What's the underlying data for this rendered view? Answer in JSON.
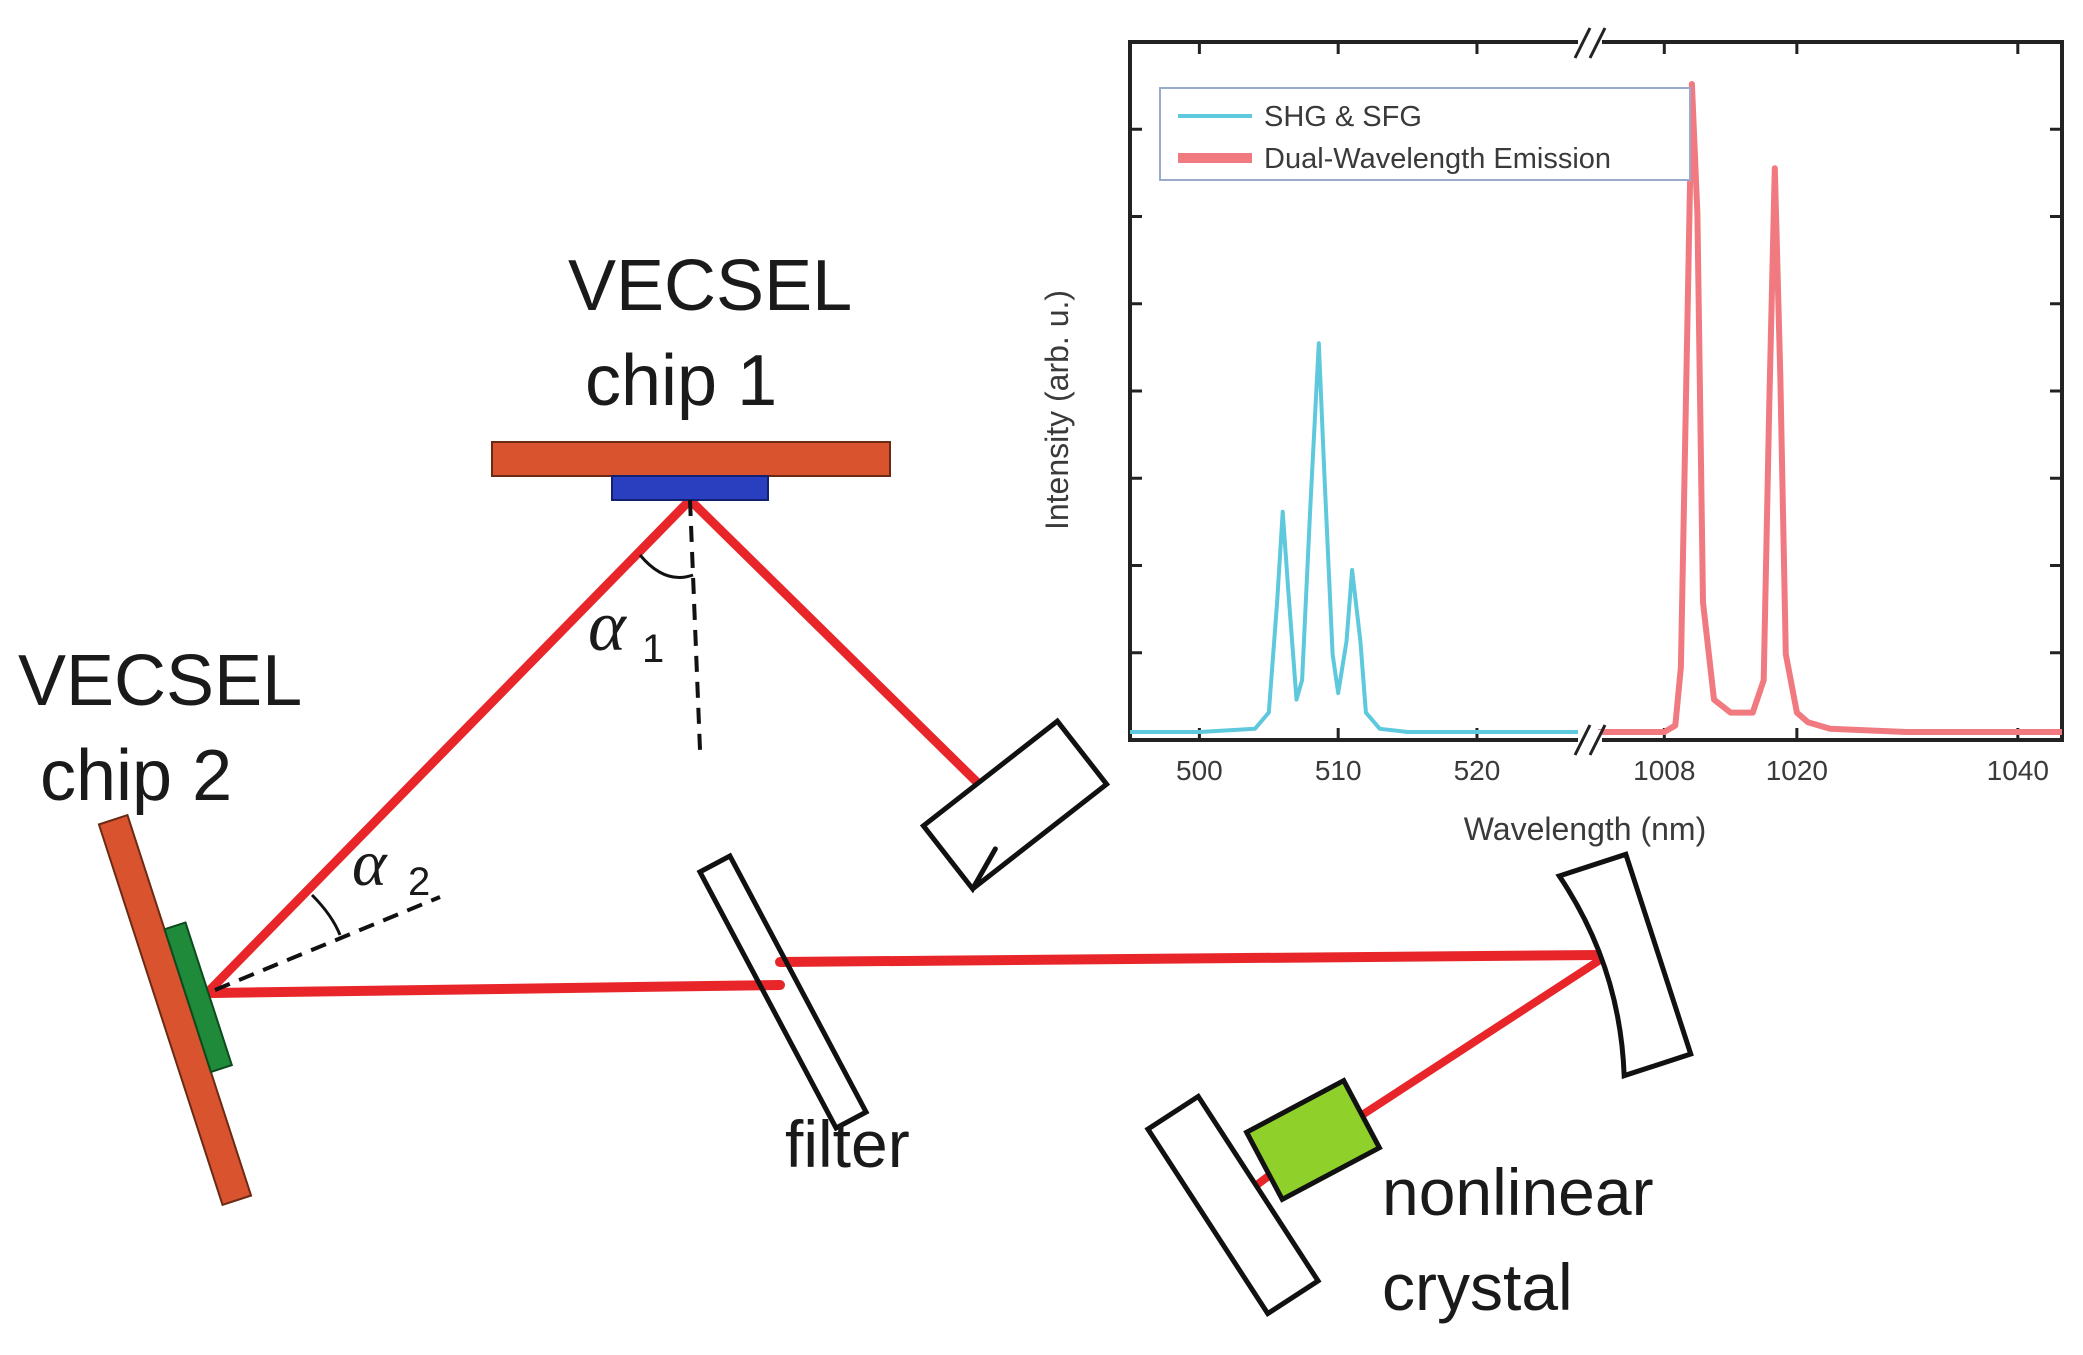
{
  "labels": {
    "chip1_line1": "VECSEL",
    "chip1_line2": "chip 1",
    "chip2_line1": "VECSEL",
    "chip2_line2": "chip 2",
    "alpha1": "α",
    "alpha1_sub": "1",
    "alpha2": "α",
    "alpha2_sub": "2",
    "filter": "filter",
    "crystal_line1": "nonlinear",
    "crystal_line2": "crystal"
  },
  "colors": {
    "beam": "#e8262a",
    "heatsink": "#d9532e",
    "chip1_gain": "#2a3fbf",
    "chip2_gain": "#1e8a3a",
    "crystal": "#8fd12a",
    "shg_series": "#5ec8dc",
    "emission_series": "#f07a80"
  },
  "chart_data": {
    "type": "line",
    "xlabel": "Wavelength (nm)",
    "ylabel": "Intensity (arb. u.)",
    "broken_x_axis": true,
    "legend_position": "top-left",
    "segments": [
      {
        "xlim": [
          495,
          528
        ],
        "ticks": [
          500,
          510,
          520
        ]
      },
      {
        "xlim": [
          1002,
          1044
        ],
        "ticks": [
          1008,
          1020,
          1040
        ]
      }
    ],
    "ylim": [
      0,
      1
    ],
    "series": [
      {
        "name": "SHG & SFG",
        "segment": 0,
        "x": [
          495,
          500,
          504,
          505,
          505.6,
          506,
          506.4,
          507,
          507.4,
          508,
          508.6,
          509,
          509.6,
          510,
          510.6,
          511,
          511.6,
          512,
          513,
          515,
          520,
          528
        ],
        "y": [
          0.0,
          0.0,
          0.005,
          0.03,
          0.2,
          0.34,
          0.22,
          0.05,
          0.08,
          0.35,
          0.6,
          0.4,
          0.12,
          0.06,
          0.14,
          0.25,
          0.14,
          0.03,
          0.005,
          0.0,
          0.0,
          0.0
        ]
      },
      {
        "name": "Dual-Wavelength Emission",
        "segment": 1,
        "x": [
          1002,
          1008,
          1009,
          1009.5,
          1010,
          1010.5,
          1011,
          1011.5,
          1012.5,
          1014,
          1016,
          1017,
          1017.5,
          1018,
          1018.5,
          1019,
          1020,
          1021,
          1023,
          1030,
          1044
        ],
        "y": [
          0.0,
          0.0,
          0.01,
          0.1,
          0.55,
          1.0,
          0.8,
          0.2,
          0.05,
          0.03,
          0.03,
          0.08,
          0.5,
          0.87,
          0.55,
          0.12,
          0.03,
          0.015,
          0.005,
          0.0,
          0.0
        ]
      }
    ]
  }
}
